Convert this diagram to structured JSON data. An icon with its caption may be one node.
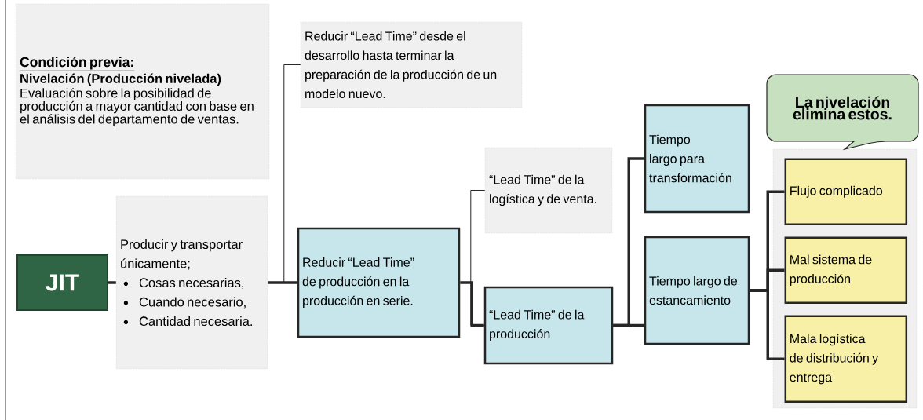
{
  "diagram": {
    "nodes": [
      {
        "text": [
          "Condición previa:",
          "Nivelación (Producción nivelada)",
          "Evaluación sobre la posibilidad de producción a mayor cantidad con base en el análisis del departamento de ventas."
        ]
      },
      {
        "text": [
          "JIT"
        ]
      },
      {
        "text": [
          "Producir y transportar únicamente;",
          "Cosas necesarias,",
          "Cuando necesario,",
          "Cantidad necesaria."
        ]
      },
      {
        "text": [
          "Reducir “Lead Time” desde el desarrollo hasta terminar la preparación de la producción de un modelo nuevo."
        ]
      },
      {
        "text": [
          "Reducir “Lead Time” de producción  en la producción en serie."
        ]
      },
      {
        "text": [
          "“Lead Time” de la logística y de venta."
        ]
      },
      {
        "text": [
          "“Lead Time” de la producción"
        ]
      },
      {
        "text": [
          "Tiempo largo para transformación"
        ]
      },
      {
        "text": [
          "Tiempo largo de estancamiento"
        ]
      },
      {
        "text": [],
        "shape": "box"
      },
      {
        "text": [
          "Flujo complicado"
        ],
        "in": 9
      },
      {
        "text": [
          "Mal sistema de producción"
        ],
        "in": 9
      },
      {
        "text": [
          "Mala logística de distribución y entrega"
        ],
        "in": 9
      },
      {
        "text": [
          "La nivelación elimina estos."
        ]
      }
    ],
    "edges": [
      {
        "from": 1,
        "to": 2,
        "arrow": "none"
      },
      {
        "from": 2,
        "to": 4,
        "arrow": "none"
      },
      {
        "from": 3,
        "to": 4,
        "arrow": "none"
      },
      {
        "from": 4,
        "to": 6,
        "arrow": "none"
      },
      {
        "from": 5,
        "to": 6,
        "arrow": "none"
      },
      {
        "from": 6,
        "to": 7,
        "arrow": "none"
      },
      {
        "from": 6,
        "to": 8,
        "arrow": "none"
      },
      {
        "from": 8,
        "to": 10,
        "arrow": "none"
      },
      {
        "from": 8,
        "to": 11,
        "arrow": "none"
      },
      {
        "from": 8,
        "to": 12,
        "arrow": "none"
      }
    ]
  }
}
